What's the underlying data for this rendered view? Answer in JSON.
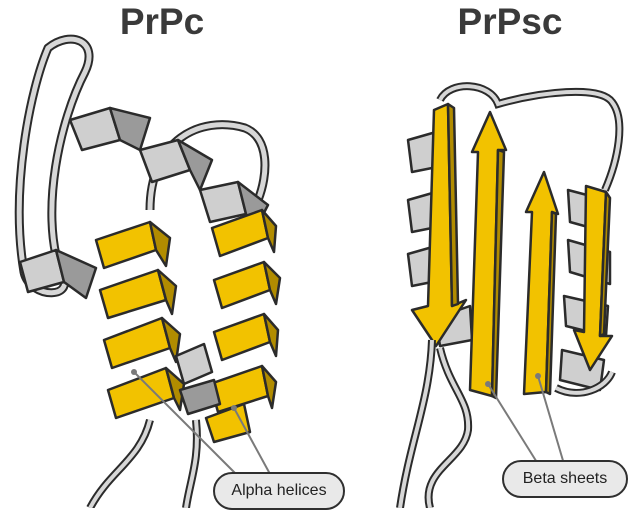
{
  "panels": {
    "left": {
      "title": "PrPc",
      "callout": "Alpha helices"
    },
    "right": {
      "title": "PrPsc",
      "callout": "Beta sheets"
    }
  },
  "colors": {
    "gold": "#f2c200",
    "gold_dark": "#b18c00",
    "gray": "#cfcfcf",
    "gray_dark": "#9a9a9a",
    "outline": "#2b2b2b",
    "callout_bg": "#e9e9e9"
  }
}
